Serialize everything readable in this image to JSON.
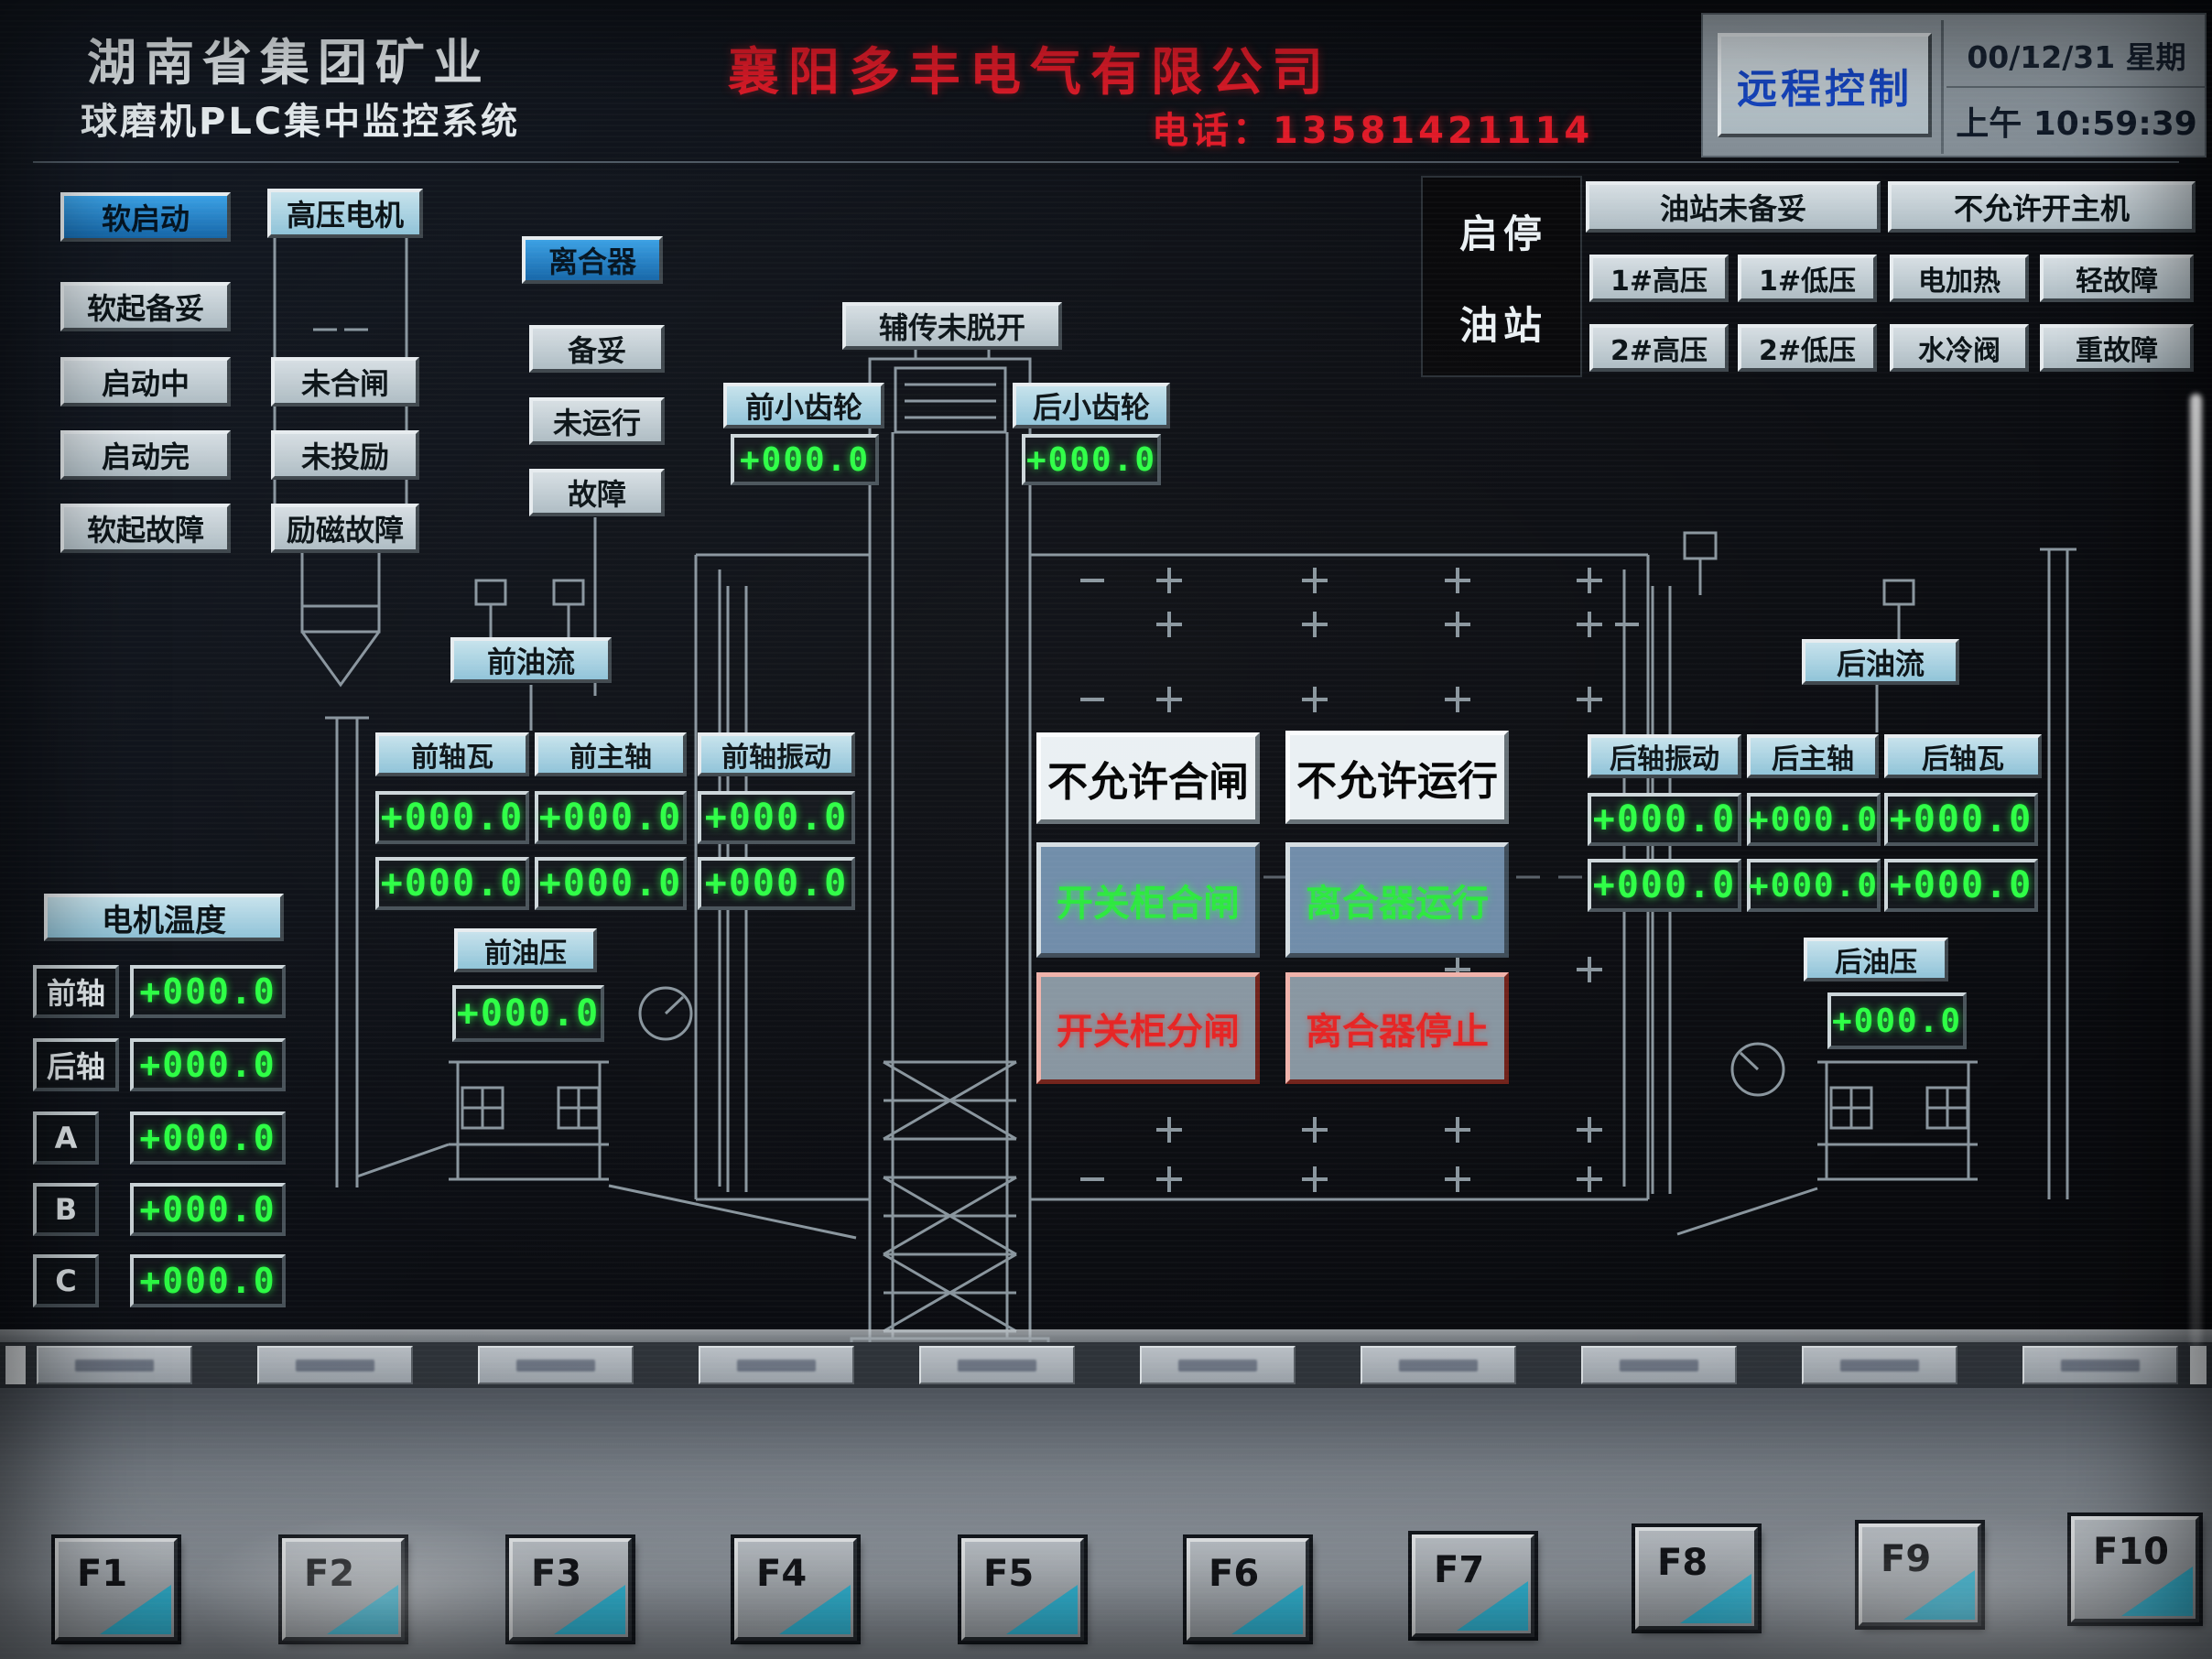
{
  "colors": {
    "led_green": "#2cff44",
    "alarm_red": "#e41a28",
    "accent_blue": "#2a8fd6",
    "button_cyan": "#9fcbde",
    "button_gray": "#bcc8cf"
  },
  "header": {
    "company": "湖南省集团矿业",
    "system": "球磨机PLC集中监控系统",
    "vendor": "襄阳多丰电气有限公司",
    "phone": "电话：13581421114",
    "remote": "远程控制",
    "date": "00/12/31 星期",
    "time": "上午 10:59:39"
  },
  "panels": {
    "soft_start": {
      "title": "软启动",
      "items": [
        "软起备妥",
        "启动中",
        "启动完",
        "软起故障"
      ]
    },
    "hv_motor": {
      "title": "高压电机",
      "items": [
        "未合闸",
        "未投励",
        "励磁故障"
      ]
    },
    "clutch": {
      "title": "离合器",
      "items": [
        "备妥",
        "未运行",
        "故障"
      ]
    },
    "aux_label": "辅传未脱开",
    "front_pinion": {
      "label": "前小齿轮",
      "value": "+000.0"
    },
    "rear_pinion": {
      "label": "后小齿轮",
      "value": "+000.0"
    },
    "oil_station": {
      "line1": "启停",
      "line2": "油站",
      "status1": "油站未备妥",
      "status2": "不允许开主机",
      "grid": [
        "1#高压",
        "1#低压",
        "电加热",
        "轻故障",
        "2#高压",
        "2#低压",
        "水冷阀",
        "重故障"
      ]
    },
    "front": {
      "oil_flow": "前油流",
      "labels": [
        "前轴瓦",
        "前主轴",
        "前轴振动"
      ],
      "row1": [
        "+000.0",
        "+000.0",
        "+000.0"
      ],
      "row2": [
        "+000.0",
        "+000.0",
        "+000.0"
      ],
      "oil_press": "前油压",
      "oil_press_value": "+000.0"
    },
    "rear": {
      "oil_flow": "后油流",
      "labels": [
        "后轴振动",
        "后主轴",
        "后轴瓦"
      ],
      "row1": [
        "+000.0",
        "+000.0",
        "+000.0"
      ],
      "row2": [
        "+000.0",
        "+000.0",
        "+000.0"
      ],
      "oil_press": "后油压",
      "oil_press_value": "+000.0"
    },
    "center": {
      "no_close": "不允许合闸",
      "no_run": "不允许运行",
      "sw_close": "开关柜合闸",
      "clutch_run": "离合器运行",
      "sw_open": "开关柜分闸",
      "clutch_stop": "离合器停止"
    },
    "motor_temp": {
      "title": "电机温度",
      "rows": [
        [
          "前轴",
          "+000.0"
        ],
        [
          "后轴",
          "+000.0"
        ],
        [
          "A",
          "+000.0"
        ],
        [
          "B",
          "+000.0"
        ],
        [
          "C",
          "+000.0"
        ]
      ]
    }
  },
  "bottom_tabs": [
    "",
    "",
    "",
    "",
    "",
    "",
    "",
    "",
    "",
    ""
  ],
  "fkeys": [
    "F1",
    "F2",
    "F3",
    "F4",
    "F5",
    "F6",
    "F7",
    "F8",
    "F9",
    "F10"
  ]
}
